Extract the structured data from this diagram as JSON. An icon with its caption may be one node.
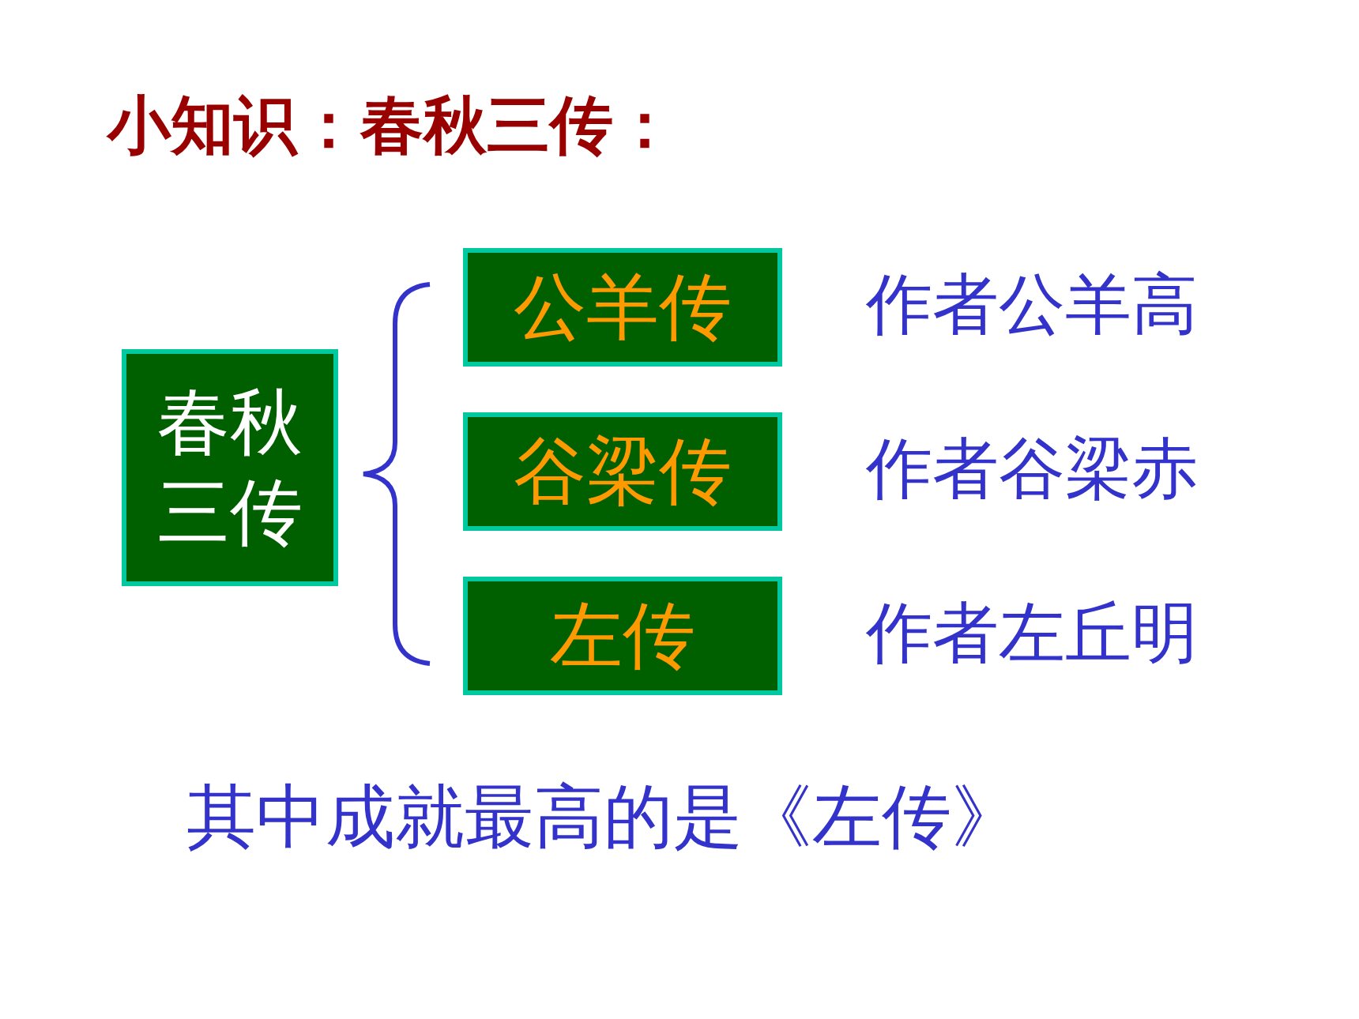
{
  "diagram": {
    "title": "小知识：春秋三传：",
    "nodes": [
      {
        "text": [
          "春秋三传"
        ]
      },
      {
        "text": [
          "公羊传"
        ],
        "beside": [
          "作者公羊高"
        ]
      },
      {
        "text": [
          "谷梁传"
        ],
        "beside": [
          "作者谷梁赤"
        ]
      },
      {
        "text": [
          "左传"
        ],
        "beside": [
          "作者左丘明"
        ]
      }
    ],
    "caption": "其中成就最高的是《左传》"
  }
}
